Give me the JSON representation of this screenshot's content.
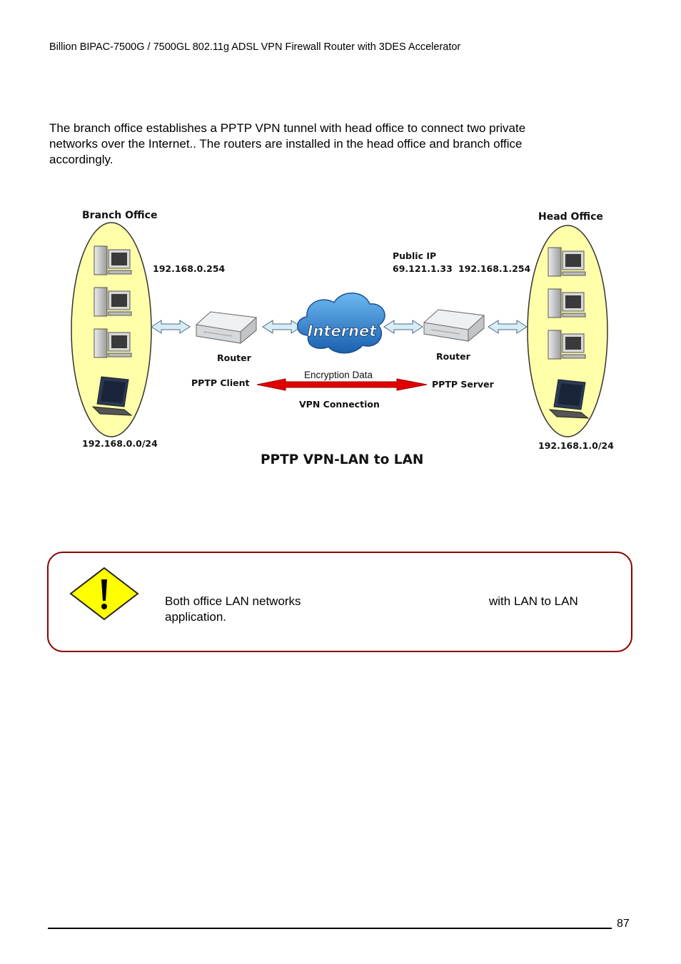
{
  "header": {
    "title": "Billion BIPAC-7500G / 7500GL 802.11g ADSL VPN Firewall Router with 3DES Accelerator"
  },
  "intro": {
    "line1": "The branch office establishes a PPTP VPN tunnel with head office to connect two private",
    "line2": "networks over the Internet.. The routers are installed in the head office and branch office",
    "line3": "accordingly."
  },
  "diagram": {
    "branch_title": "Branch Office",
    "head_title": "Head Office",
    "branch_lan_ip": "192.168.0.254",
    "public_ip_label": "Public IP",
    "public_ip": "69.121.1.33",
    "head_lan_ip": "192.168.1.254",
    "internet_label": "Internet",
    "router_left": "Router",
    "router_right": "Router",
    "pptp_client": "PPTP Client",
    "pptp_server": "PPTP Server",
    "encryption_label": "Encryption Data",
    "vpn_label": "VPN Connection",
    "branch_subnet": "192.168.0.0/24",
    "head_subnet": "192.168.1.0/24",
    "caption": "PPTP VPN-LAN to LAN",
    "colors": {
      "ellipse_fill": "#ffffaa",
      "arrow_red": "#e00000",
      "cloud_blue": "#2a7fd0"
    }
  },
  "note": {
    "line1_a": "Both office LAN networks",
    "line1_b": "with LAN to LAN",
    "line2": "application.",
    "icon": "warning-icon"
  },
  "footer": {
    "page_number": "87"
  }
}
